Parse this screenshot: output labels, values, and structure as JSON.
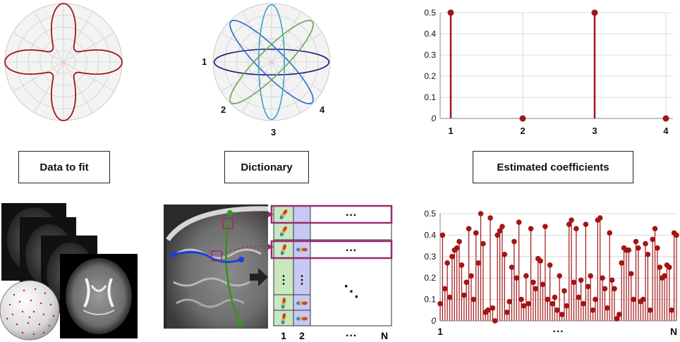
{
  "labels": {
    "data_to_fit": "Data to fit",
    "dictionary": "Dictionary",
    "estimated_coefficients": "Estimated coefficients"
  },
  "dictionary_numbers": [
    "1",
    "2",
    "3",
    "4"
  ],
  "matrix": {
    "col1": "1",
    "col2": "2",
    "dots": "···",
    "colN": "N",
    "vdots": "⋮",
    "ddots": "⋱"
  },
  "colors": {
    "curve_red": "#a31515",
    "stem_red": "#a31515",
    "dict_navy": "#1b1b7a",
    "dict_blue": "#2a6fc9",
    "dict_cyan": "#3aa3c8",
    "dict_green": "#6aaa55",
    "highlight_magenta": "#9c2a6e",
    "matrix_green": "#c9e8c0",
    "matrix_lavender": "#c8c8f5"
  },
  "chart_data": [
    {
      "type": "stem",
      "categories": [
        "1",
        "2",
        "3",
        "4"
      ],
      "values": [
        0.5,
        0,
        0.5,
        0
      ],
      "ylim": [
        0,
        0.5
      ],
      "yticks": [
        "0",
        "0.1",
        "0.2",
        "0.3",
        "0.4",
        "0.5"
      ],
      "grid": true
    },
    {
      "type": "stem",
      "x_start_label": "1",
      "x_mid_label": "···",
      "x_end_label": "N",
      "values": [
        0.08,
        0.4,
        0.15,
        0.27,
        0.11,
        0.3,
        0.33,
        0.34,
        0.37,
        0.26,
        0.12,
        0.18,
        0.43,
        0.21,
        0.1,
        0.41,
        0.27,
        0.5,
        0.36,
        0.04,
        0.05,
        0.48,
        0.06,
        0.0,
        0.4,
        0.42,
        0.44,
        0.31,
        0.04,
        0.09,
        0.25,
        0.37,
        0.2,
        0.46,
        0.1,
        0.07,
        0.21,
        0.08,
        0.43,
        0.18,
        0.15,
        0.29,
        0.28,
        0.17,
        0.44,
        0.1,
        0.26,
        0.08,
        0.11,
        0.05,
        0.21,
        0.03,
        0.14,
        0.07,
        0.45,
        0.47,
        0.18,
        0.43,
        0.11,
        0.19,
        0.08,
        0.45,
        0.16,
        0.21,
        0.05,
        0.1,
        0.47,
        0.48,
        0.2,
        0.15,
        0.06,
        0.41,
        0.19,
        0.15,
        0.01,
        0.03,
        0.27,
        0.34,
        0.33,
        0.33,
        0.22,
        0.1,
        0.37,
        0.34,
        0.09,
        0.1,
        0.36,
        0.31,
        0.05,
        0.38,
        0.43,
        0.34,
        0.25,
        0.2,
        0.21,
        0.26,
        0.25,
        0.05,
        0.41,
        0.4
      ],
      "ylim": [
        0,
        0.5
      ],
      "yticks": [
        "0",
        "0.1",
        "0.2",
        "0.3",
        "0.4",
        "0.5"
      ],
      "grid": true
    }
  ]
}
